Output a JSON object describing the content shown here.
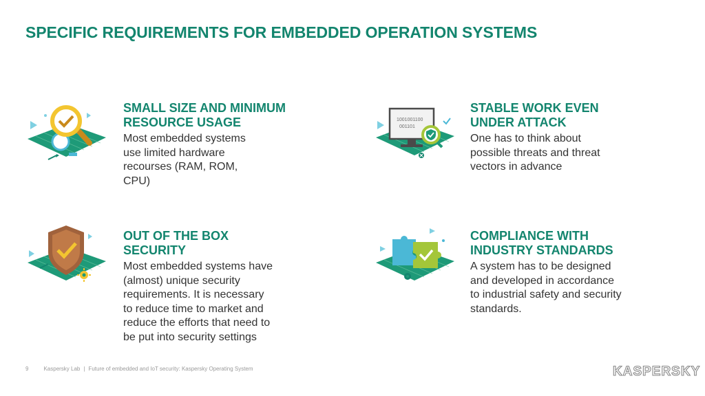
{
  "title": "SPECIFIC REQUIREMENTS FOR EMBEDDED OPERATION SYSTEMS",
  "items": [
    {
      "heading": [
        "SMALL SIZE AND MINIMUM",
        "RESOURCE USAGE"
      ],
      "body": [
        "Most embedded systems",
        "use limited hardware",
        "recourses (RAM, ROM,",
        "CPU)"
      ],
      "icon": "magnifier-check-icon"
    },
    {
      "heading": [
        "STABLE WORK EVEN",
        "UNDER ATTACK"
      ],
      "body": [
        "One has to think about",
        "possible threats and threat",
        "vectors in advance"
      ],
      "icon": "monitor-shield-icon",
      "icon_text": [
        "1001001100",
        "001101"
      ]
    },
    {
      "heading": [
        "OUT OF THE BOX",
        "SECURITY"
      ],
      "body": [
        "Most embedded systems have",
        "(almost) unique security",
        "requirements. It is necessary",
        "to reduce time to market and",
        "reduce the efforts that need to",
        "be put into security settings"
      ],
      "icon": "shield-check-icon"
    },
    {
      "heading": [
        "COMPLIANCE WITH",
        "INDUSTRY STANDARDS"
      ],
      "body": [
        "A system has to be designed",
        "and developed in accordance",
        "to industrial safety and security",
        "standards."
      ],
      "icon": "puzzle-check-icon"
    }
  ],
  "footer": {
    "page_number": "9",
    "company": "Kaspersky Lab",
    "separator": "|",
    "presentation": "Future of embedded and IoT security: Kaspersky Operating System"
  },
  "logo": "KASPERSKY",
  "colors": {
    "accent": "#13856e",
    "platform": "#1e9a78",
    "yellow": "#f3c530",
    "lime": "#a4c639",
    "cyan": "#4bb8d6",
    "brown": "#a0623c"
  }
}
